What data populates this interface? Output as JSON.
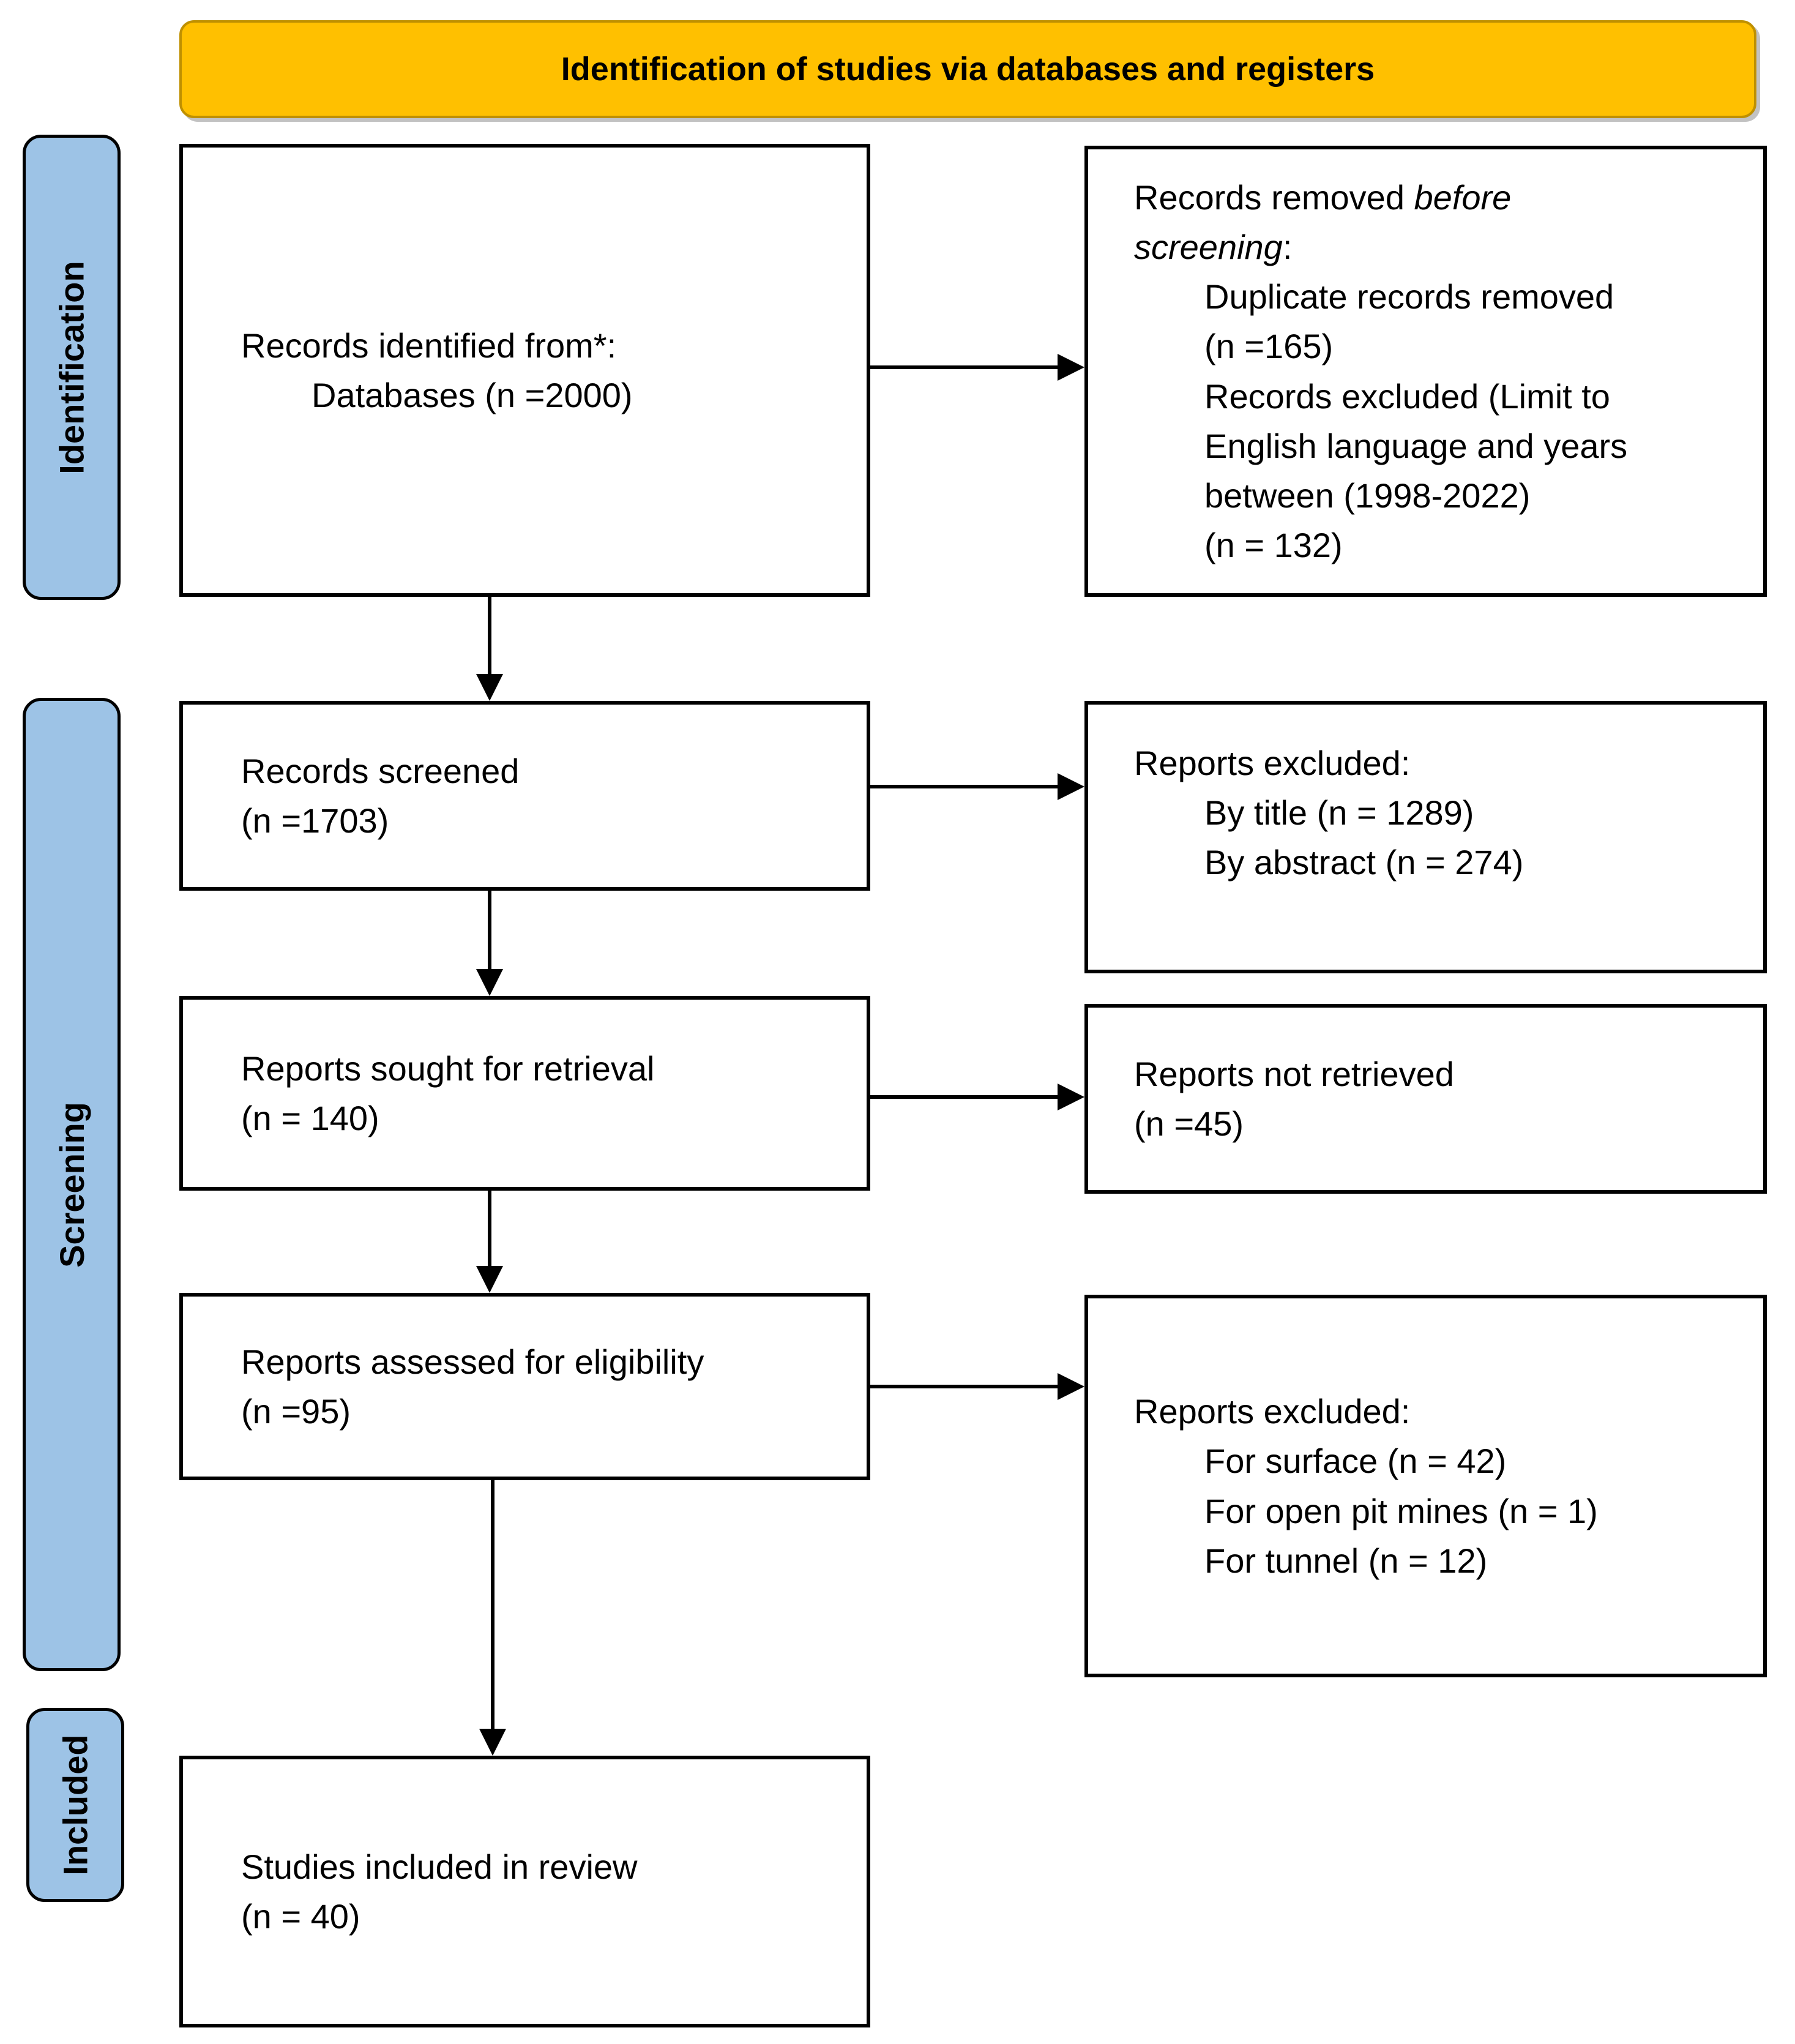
{
  "banner": {
    "title": "Identification of studies via databases and registers"
  },
  "sidebar": {
    "items": [
      {
        "label": "Identification"
      },
      {
        "label": "Screening"
      },
      {
        "label": "Included"
      }
    ]
  },
  "boxes": {
    "identified": {
      "title": "Records identified from*:",
      "items": [
        "Databases (n =2000)"
      ]
    },
    "removed": {
      "title_normal": "Records removed ",
      "title_italic": "before screening",
      "title_suffix": ":",
      "items": [
        "Duplicate records removed",
        "(n =165)",
        "Records excluded (Limit to",
        "English language and years",
        "between (1998-2022)",
        "(n = 132)"
      ]
    },
    "screened": {
      "line1": "Records screened",
      "line2": "(n =1703)"
    },
    "excluded_screening": {
      "title": "Reports excluded:",
      "items": [
        "By title (n = 1289)",
        "By abstract (n = 274)"
      ]
    },
    "sought": {
      "line1": "Reports sought for retrieval",
      "line2": "(n = 140)"
    },
    "not_retrieved": {
      "line1": "Reports not retrieved",
      "line2": "(n =45)"
    },
    "assessed": {
      "line1": "Reports assessed for eligibility",
      "line2": "(n =95)"
    },
    "excluded_eligibility": {
      "title": "Reports excluded:",
      "items": [
        "For surface (n = 42)",
        "For open pit mines (n = 1)",
        "For tunnel (n = 12)"
      ]
    },
    "included_review": {
      "line1": "Studies included in review",
      "line2": "(n = 40)"
    }
  },
  "colors": {
    "banner_fill": "#FFC000",
    "banner_border": "#BF9000",
    "stage_fill": "#9DC3E6",
    "box_border": "#000000"
  }
}
